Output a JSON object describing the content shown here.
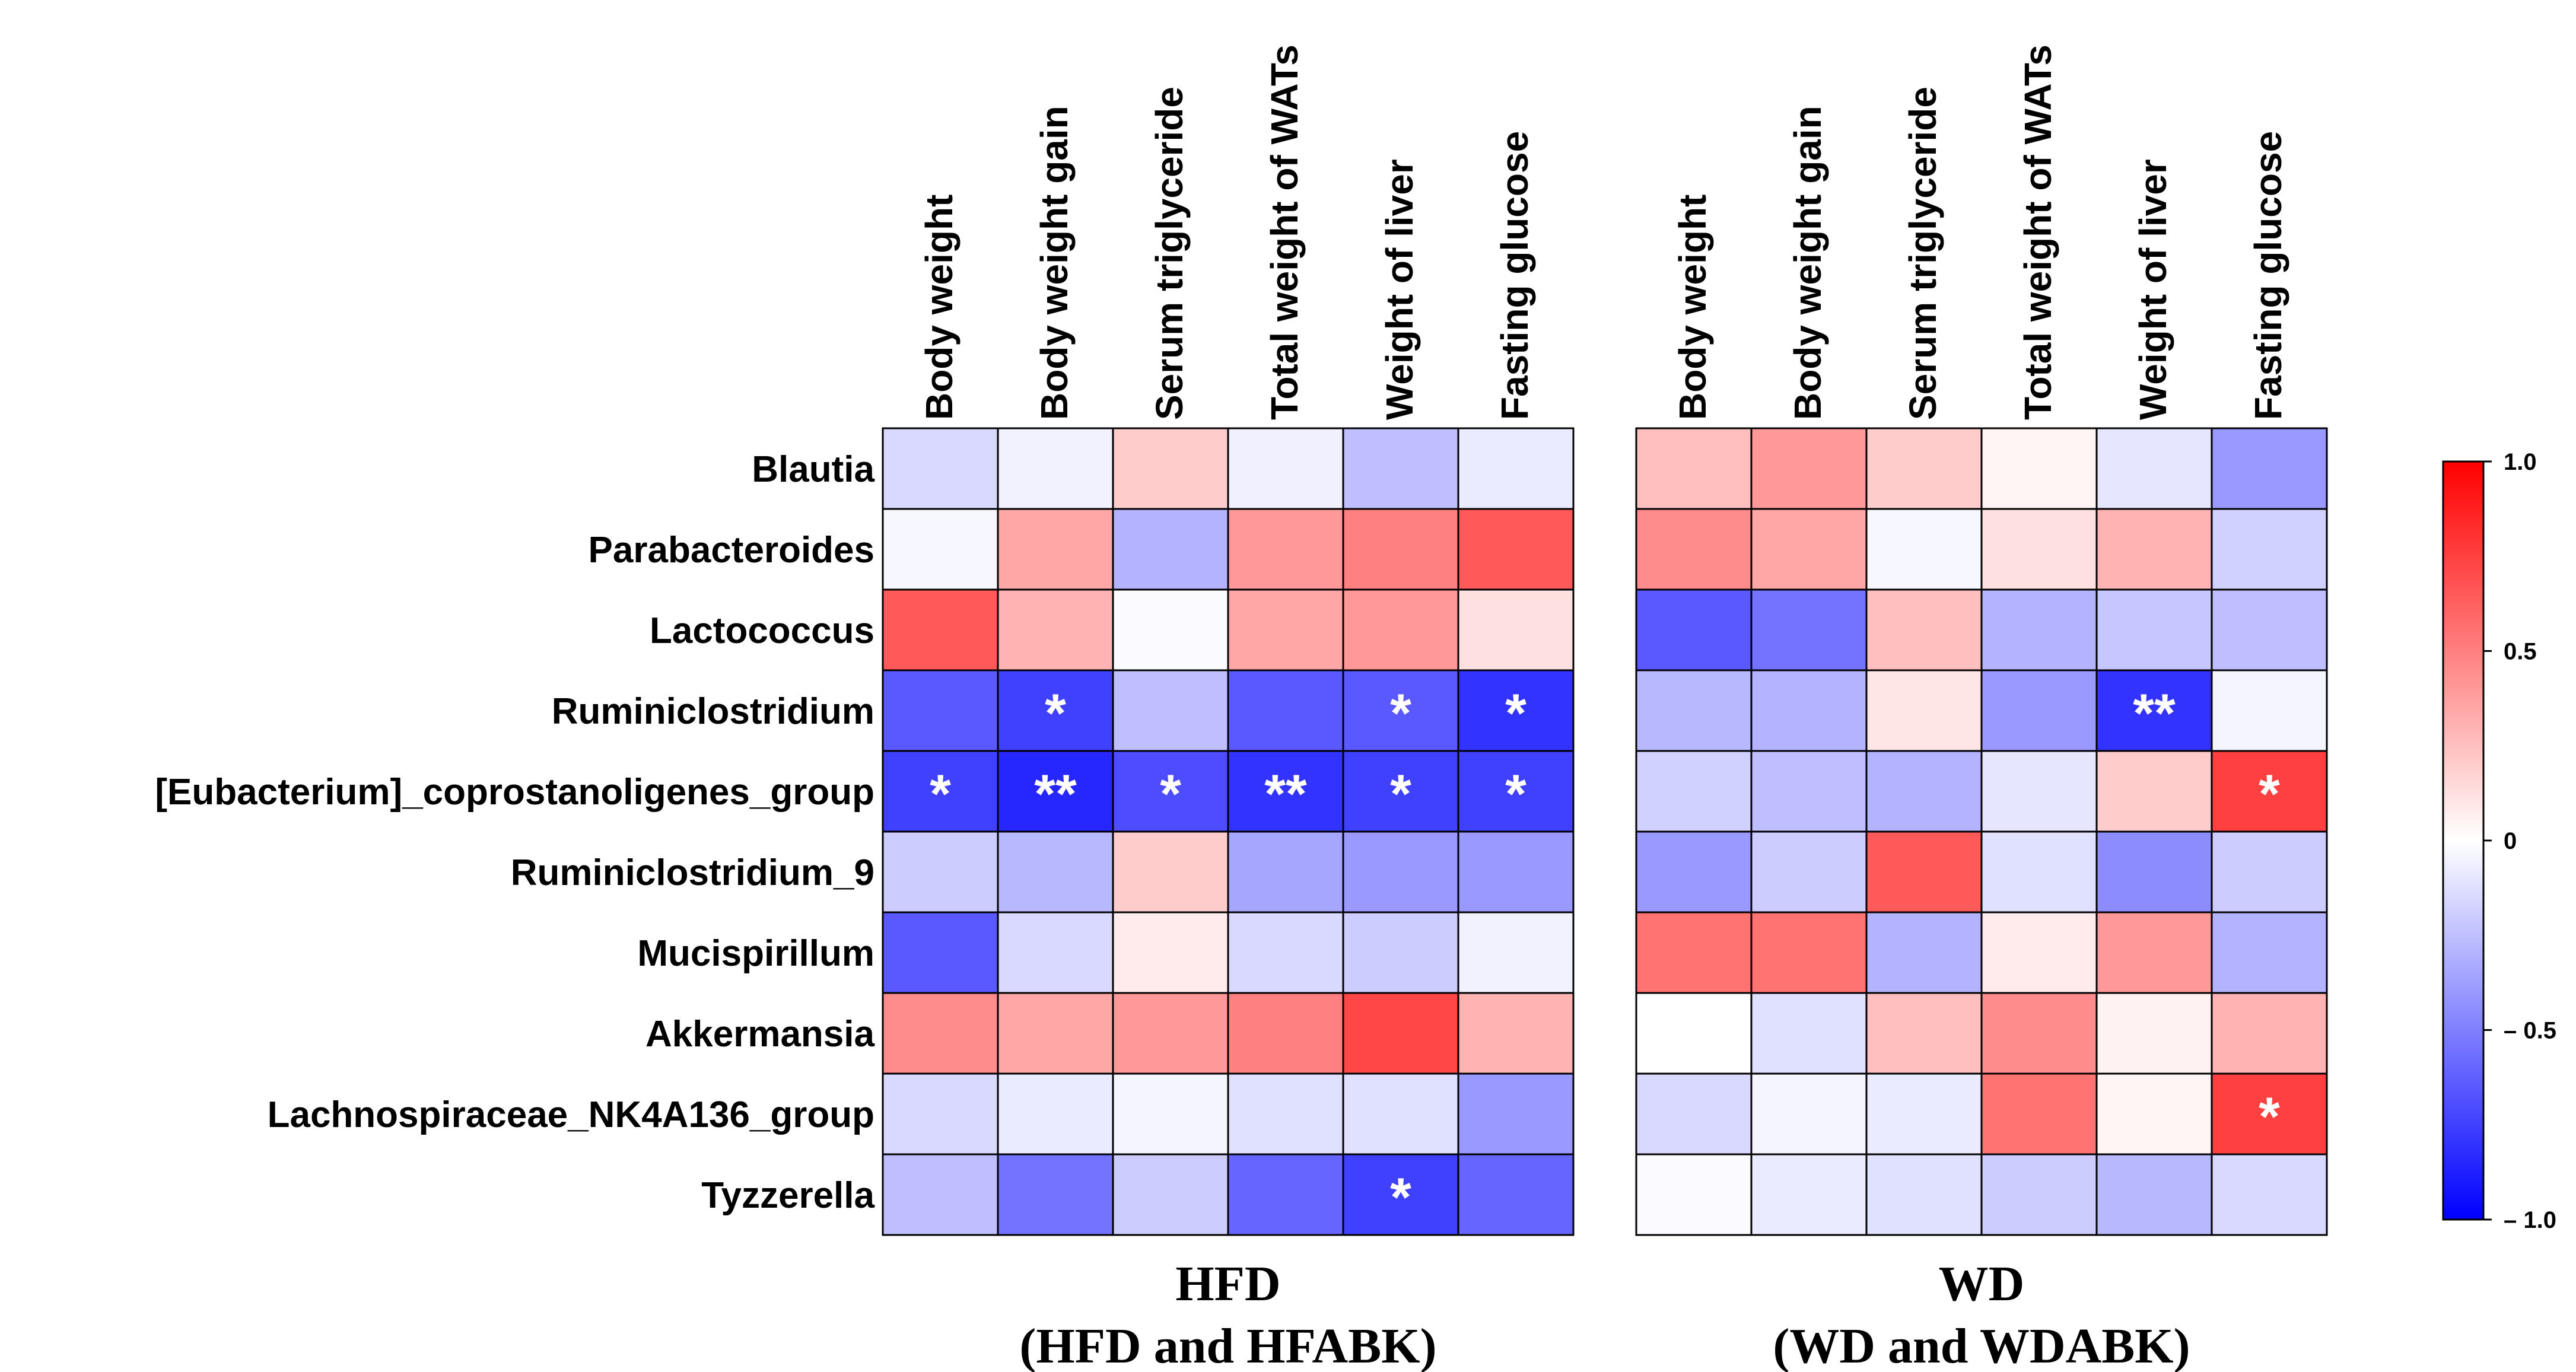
{
  "chart_data": {
    "type": "heatmap",
    "rows": [
      "Blautia",
      "Parabacteroides",
      "Lactococcus",
      "Ruminiclostridium",
      "[Eubacterium]_coprostanoligenes_group",
      "Ruminiclostridium_9",
      "Mucispirillum",
      "Akkermansia",
      "Lachnospiraceae_NK4A136_group",
      "Tyzzerella"
    ],
    "colorbar": {
      "min": -1.0,
      "max": 1.0,
      "low_color": "#0000ff",
      "mid_color": "#ffffff",
      "high_color": "#ff0000",
      "ticks": [
        {
          "value": 1.0,
          "label": "1.0"
        },
        {
          "value": 0.5,
          "label": "0.5"
        },
        {
          "value": 0,
          "label": "0"
        },
        {
          "value": -0.5,
          "label": "– 0.5"
        },
        {
          "value": -1.0,
          "label": "– 1.0"
        }
      ]
    },
    "panels": [
      {
        "group_label": "HFD",
        "group_sublabel": "(HFD and HFABK)",
        "columns": [
          "Body weight",
          "Body weight gain",
          "Serum triglyceride",
          "Total weight of WATs",
          "Weight of liver",
          "Fasting glucose"
        ],
        "values": [
          [
            -0.15,
            -0.05,
            0.2,
            -0.06,
            -0.25,
            -0.08
          ],
          [
            -0.03,
            0.35,
            -0.3,
            0.4,
            0.5,
            0.65
          ],
          [
            0.65,
            0.3,
            -0.02,
            0.35,
            0.4,
            0.12
          ],
          [
            -0.65,
            -0.75,
            -0.25,
            -0.65,
            -0.65,
            -0.8
          ],
          [
            -0.75,
            -0.85,
            -0.7,
            -0.8,
            -0.75,
            -0.75
          ],
          [
            -0.2,
            -0.28,
            0.2,
            -0.35,
            -0.4,
            -0.4
          ],
          [
            -0.65,
            -0.15,
            0.08,
            -0.15,
            -0.2,
            -0.05
          ],
          [
            0.45,
            0.35,
            0.4,
            0.5,
            0.72,
            0.3
          ],
          [
            -0.15,
            -0.08,
            -0.04,
            -0.12,
            -0.12,
            -0.4
          ],
          [
            -0.25,
            -0.55,
            -0.2,
            -0.6,
            -0.75,
            -0.6
          ]
        ],
        "significance": [
          [
            "",
            "",
            "",
            "",
            "",
            ""
          ],
          [
            "",
            "",
            "",
            "",
            "",
            ""
          ],
          [
            "",
            "",
            "",
            "",
            "",
            ""
          ],
          [
            "",
            "*",
            "",
            "",
            "*",
            "*"
          ],
          [
            "*",
            "**",
            "*",
            "**",
            "*",
            "*"
          ],
          [
            "",
            "",
            "",
            "",
            "",
            ""
          ],
          [
            "",
            "",
            "",
            "",
            "",
            ""
          ],
          [
            "",
            "",
            "",
            "",
            "",
            ""
          ],
          [
            "",
            "",
            "",
            "",
            "",
            ""
          ],
          [
            "",
            "",
            "",
            "",
            "*",
            ""
          ]
        ]
      },
      {
        "group_label": "WD",
        "group_sublabel": "(WD and WDABK)",
        "columns": [
          "Body weight",
          "Body weight gain",
          "Serum triglyceride",
          "Total weight of WATs",
          "Weight of liver",
          "Fasting glucose"
        ],
        "values": [
          [
            0.25,
            0.4,
            0.2,
            0.04,
            -0.1,
            -0.4
          ],
          [
            0.45,
            0.35,
            -0.03,
            0.12,
            0.3,
            -0.18
          ],
          [
            -0.65,
            -0.55,
            0.25,
            -0.3,
            -0.22,
            -0.25
          ],
          [
            -0.28,
            -0.3,
            0.1,
            -0.4,
            -0.8,
            -0.04
          ],
          [
            -0.18,
            -0.25,
            -0.3,
            -0.1,
            0.2,
            0.75
          ],
          [
            -0.4,
            -0.2,
            0.65,
            -0.12,
            -0.45,
            -0.2
          ],
          [
            0.55,
            0.55,
            -0.3,
            0.08,
            0.4,
            -0.3
          ],
          [
            0.0,
            -0.12,
            0.25,
            0.45,
            0.05,
            0.3
          ],
          [
            -0.15,
            -0.04,
            -0.08,
            0.55,
            0.04,
            0.75
          ],
          [
            -0.02,
            -0.08,
            -0.12,
            -0.2,
            -0.28,
            -0.15
          ]
        ],
        "significance": [
          [
            "",
            "",
            "",
            "",
            "",
            ""
          ],
          [
            "",
            "",
            "",
            "",
            "",
            ""
          ],
          [
            "",
            "",
            "",
            "",
            "",
            ""
          ],
          [
            "",
            "",
            "",
            "",
            "**",
            ""
          ],
          [
            "",
            "",
            "",
            "",
            "",
            "*"
          ],
          [
            "",
            "",
            "",
            "",
            "",
            ""
          ],
          [
            "",
            "",
            "",
            "",
            "",
            ""
          ],
          [
            "",
            "",
            "",
            "",
            "",
            ""
          ],
          [
            "",
            "",
            "",
            "",
            "",
            "*"
          ],
          [
            "",
            "",
            "",
            "",
            "",
            ""
          ]
        ]
      }
    ]
  }
}
